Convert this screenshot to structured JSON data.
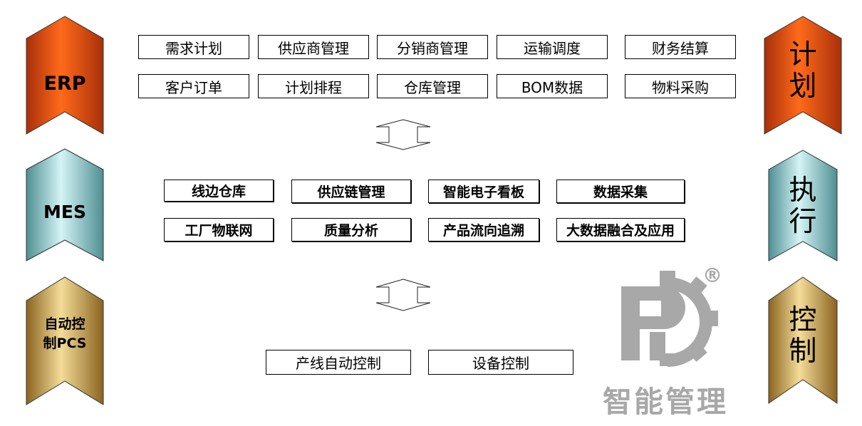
{
  "left_stages": [
    {
      "label": "ERP"
    },
    {
      "label": "MES"
    },
    {
      "label": "自动控制PCS",
      "lines": [
        "自动控",
        "制PCS"
      ]
    }
  ],
  "right_stages": [
    {
      "lines": [
        "计",
        "划"
      ]
    },
    {
      "lines": [
        "执",
        "行"
      ]
    },
    {
      "lines": [
        "控",
        "制"
      ]
    }
  ],
  "erp_modules": [
    "需求计划",
    "供应商管理",
    "分销商管理",
    "运输调度",
    "财务结算",
    "客户订单",
    "计划排程",
    "仓库管理",
    "BOM数据",
    "物料采购"
  ],
  "mes_modules": [
    "线边仓库",
    "供应链管理",
    "智能电子看板",
    "数据采集",
    "工厂物联网",
    "质量分析",
    "产品流向追溯",
    "大数据融合及应用"
  ],
  "pcs_modules": [
    "产线自动控制",
    "设备控制"
  ],
  "watermark": {
    "text": "智能管理",
    "registered": "®"
  },
  "colors": {
    "erp": "#e8560e",
    "mes": "#8fcfd2",
    "pcs": "#c9a04a",
    "watermark": "#a8a8a8"
  }
}
